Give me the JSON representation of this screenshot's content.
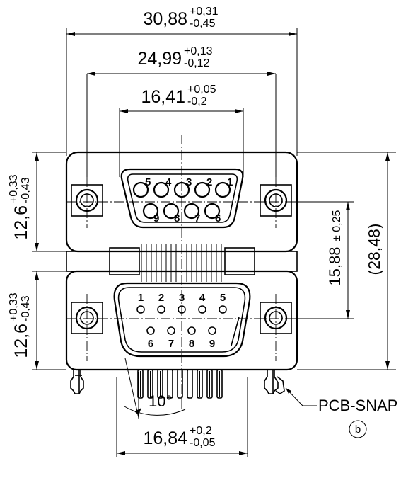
{
  "dimensions": {
    "overall_width": {
      "value": "30,88",
      "tol_plus": "+0,31",
      "tol_minus": "-0,45"
    },
    "mount_spacing": {
      "value": "24,99",
      "tol_plus": "+0,13",
      "tol_minus": "-0,12"
    },
    "top_shell_width": {
      "value": "16,41",
      "tol_plus": "+0,05",
      "tol_minus": "-0,2"
    },
    "bottom_shell_width": {
      "value": "16,84",
      "tol_plus": "+0,2",
      "tol_minus": "-0,05"
    },
    "upper_height": {
      "value": "12,6",
      "tol_plus": "+0,33",
      "tol_minus": "-0,43"
    },
    "lower_height": {
      "value": "12,6",
      "tol_plus": "+0,33",
      "tol_minus": "-0,43"
    },
    "center_distance": {
      "value": "15,88",
      "tol": "± 0,25"
    },
    "total_height": "(28,48)",
    "angle": "10°"
  },
  "labels": {
    "pcb_snap": "PCB-SNAP",
    "callout": "b"
  },
  "top_connector": {
    "row1": [
      "5",
      "4",
      "3",
      "2",
      "1"
    ],
    "row2": [
      "9",
      "8",
      "7",
      "6"
    ]
  },
  "bottom_connector": {
    "row1": [
      "1",
      "2",
      "3",
      "4",
      "5"
    ],
    "row2": [
      "6",
      "7",
      "8",
      "9"
    ]
  },
  "colors": {
    "line": "#000000",
    "background": "#ffffff"
  }
}
